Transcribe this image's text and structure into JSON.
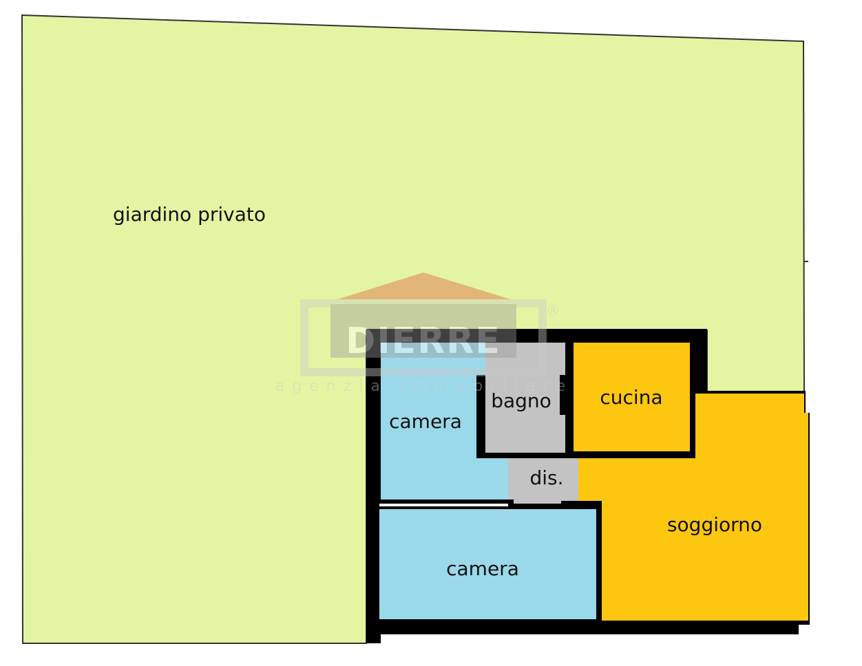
{
  "colors": {
    "garden": "#e3f5a2",
    "bedroom": "#9ad9ea",
    "living": "#fdc60f",
    "service": "#c3c3c3",
    "wall": "#000000"
  },
  "rooms": {
    "garden": "giardino privato",
    "bedroom_1": "camera",
    "bedroom_2": "camera",
    "bathroom": "bagno",
    "kitchen": "cucina",
    "hallway": "dis.",
    "living_room": "soggiorno"
  },
  "watermark": {
    "brand": "DIERRE",
    "registered": "®",
    "tagline": "agenzia immobiliare"
  }
}
